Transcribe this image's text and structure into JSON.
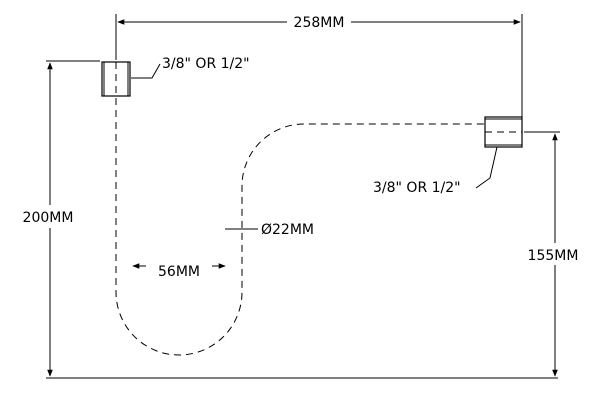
{
  "diagram": {
    "dimensions": {
      "overall_width": "258MM",
      "overall_height": "200MM",
      "outlet_height": "155MM",
      "trap_gap": "56MM",
      "pipe_diameter": "Ø22MM"
    },
    "connections": {
      "inlet_thread": "3/8\" OR 1/2\"",
      "outlet_thread": "3/8\" OR 1/2\""
    }
  }
}
